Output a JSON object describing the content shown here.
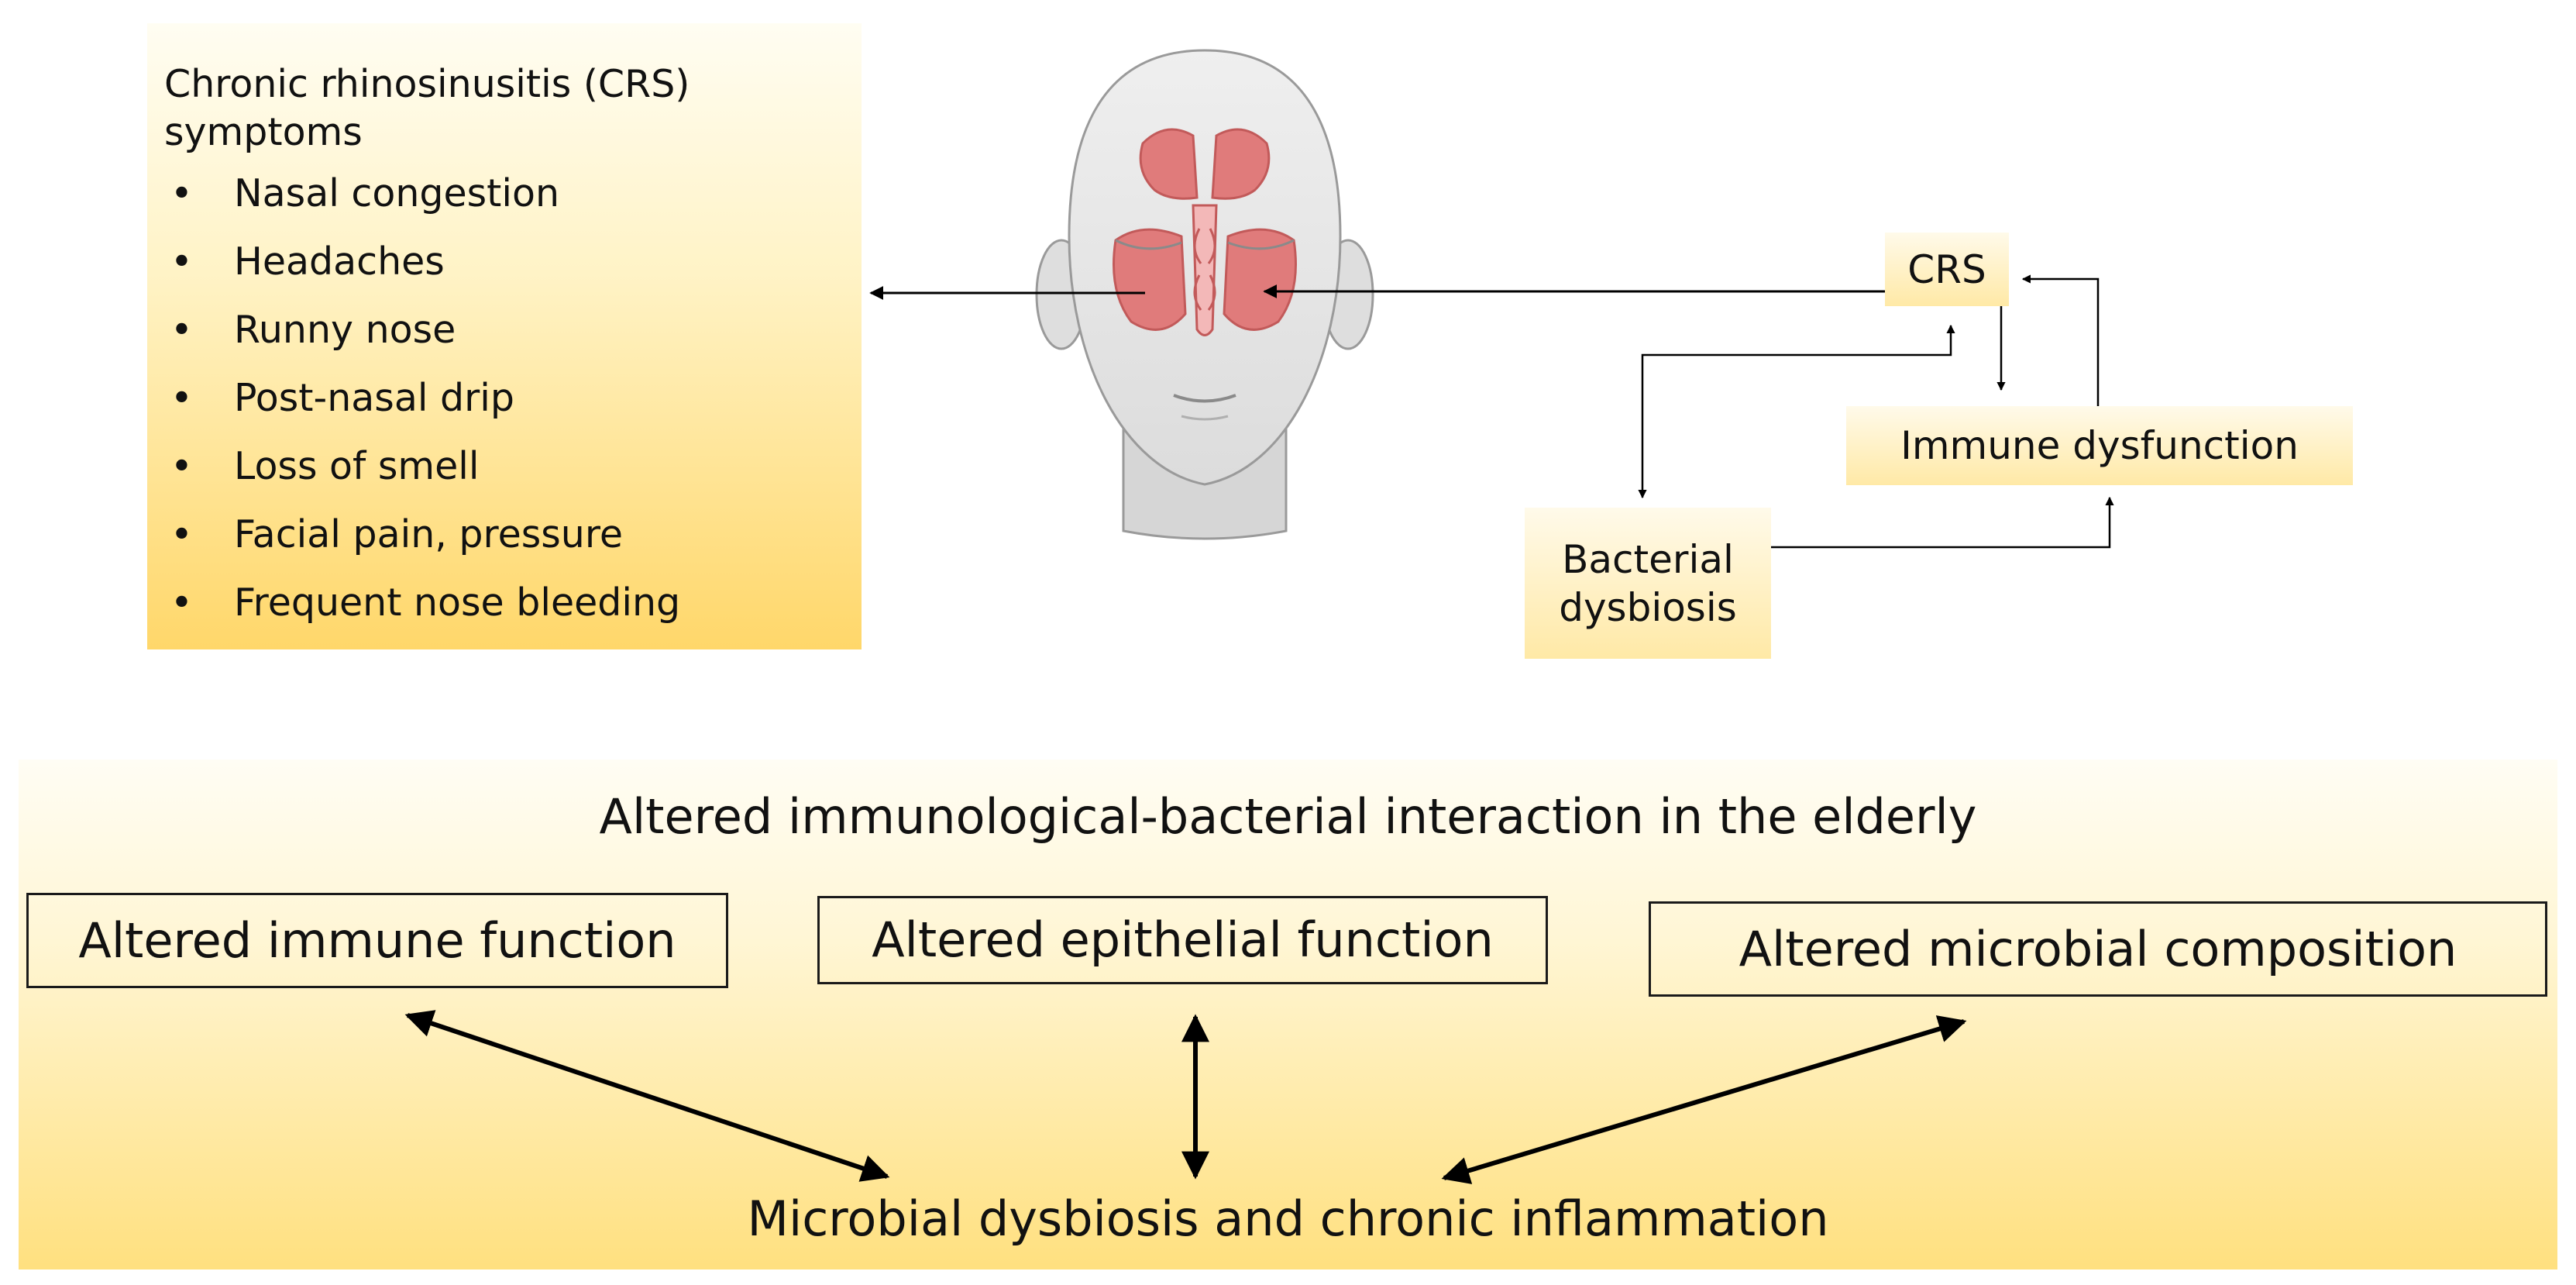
{
  "symptoms_panel": {
    "title": "Chronic  rhinosinusitis (CRS) symptoms",
    "bullet": "•",
    "items": [
      "Nasal congestion",
      "Headaches",
      "Runny nose",
      "Post-nasal drip",
      "Loss of smell",
      "Facial pain, pressure",
      "Frequent nose bleeding"
    ]
  },
  "cycle": {
    "crs": "CRS",
    "immune_dysfunction": "Immune dysfunction",
    "bacterial_dysbiosis": [
      "Bacterial",
      "dysbiosis"
    ]
  },
  "bottom_panel": {
    "title": "Altered immunological-bacterial interaction in the elderly",
    "factors": [
      "Altered immune function",
      "Altered epithelial function",
      "Altered microbial composition"
    ],
    "result": "Microbial dysbiosis and chronic inflammation"
  },
  "colors": {
    "box_fill": "#ffe07f",
    "sinus": "#e07b7b",
    "skin": "#e9e9e9"
  }
}
